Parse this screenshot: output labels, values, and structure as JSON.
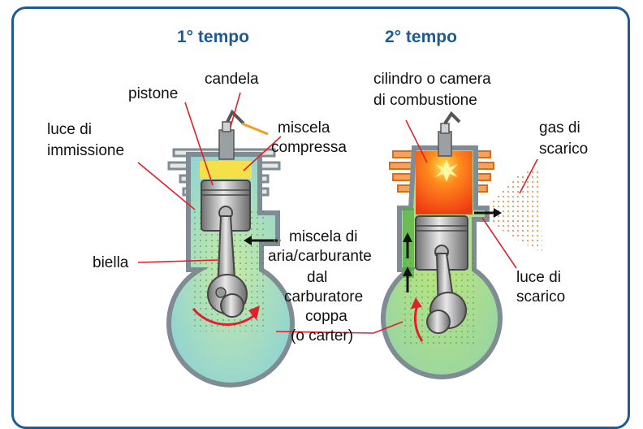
{
  "titles": {
    "stroke1": "1° tempo",
    "stroke2": "2° tempo"
  },
  "labels": {
    "candela": "candela",
    "pistone": "pistone",
    "luce_immissione_1": "luce di",
    "luce_immissione_2": "immissione",
    "miscela_compressa_1": "miscela",
    "miscela_compressa_2": "compressa",
    "biella": "biella",
    "miscela_aria_1": "miscela di",
    "miscela_aria_2": "aria/carburante",
    "miscela_aria_3": "dal",
    "miscela_aria_4": "carburatore",
    "coppa_1": "coppa",
    "coppa_2": "(o carter)",
    "cilindro_1": "cilindro o camera",
    "cilindro_2": "di combustione",
    "gas_scarico_1": "gas di",
    "gas_scarico_2": "scarico",
    "luce_scarico_1": "luce di",
    "luce_scarico_2": "scarico"
  },
  "colors": {
    "frame": "#1e5a96",
    "title": "#1e5a96",
    "leader": "#e0202a",
    "cylinder_gray": "#7f8c94",
    "crankcase_fill": "#9ed7d0",
    "mixture_green": "#4fae3a",
    "combustion_orange": "#f26522",
    "fins_orange": "#e07a2a"
  }
}
